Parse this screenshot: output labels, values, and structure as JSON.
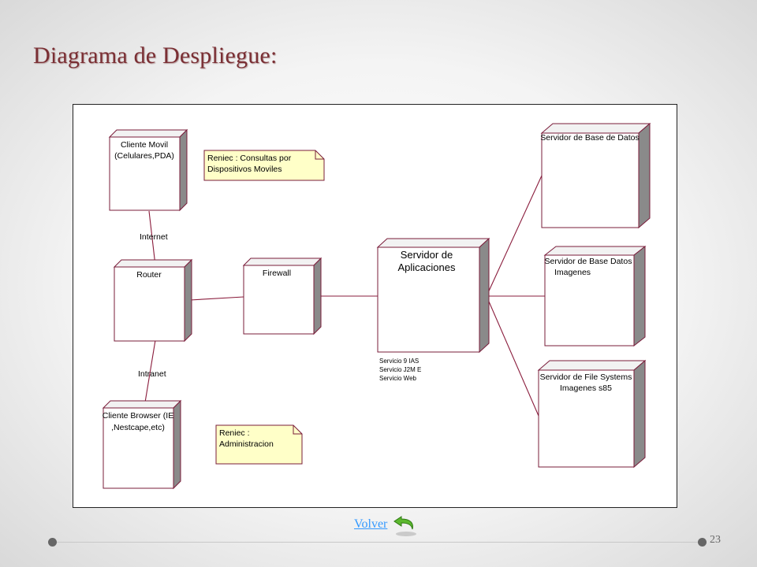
{
  "slide": {
    "title": "Diagrama de Despliegue:",
    "page_number": "23"
  },
  "nav": {
    "volver_label": "Volver",
    "back_icon": "green-curved-back-arrow-icon"
  },
  "diagram": {
    "nodes": {
      "cliente_movil": [
        "Cliente Movil",
        "(Celulares,PDA)"
      ],
      "router": [
        "Router"
      ],
      "firewall": [
        "Firewall"
      ],
      "cliente_browser": [
        "Cliente Browser (IE",
        ",Nestcape,etc)"
      ],
      "servidor_aplicaciones": [
        "Servidor de",
        "Aplicaciones"
      ],
      "servidor_bd_datos": [
        "Servidor de Base de Datos"
      ],
      "servidor_bd_imagenes": [
        "Servidor de Base Datos",
        "Imagenes"
      ],
      "servidor_file_systems": [
        "Servidor de File Systems",
        "Imagenes s85"
      ]
    },
    "notes": {
      "reniec_consultas": [
        "Reniec : Consultas por",
        "Dispositivos Moviles"
      ],
      "reniec_admin": [
        "Reniec :",
        "Administracion"
      ]
    },
    "link_labels": {
      "internet": "Internet",
      "intranet": "Intranet"
    },
    "servicios": [
      "Servicio 9 IAS",
      "Servicio J2M E",
      "Servicio Web"
    ]
  },
  "colors": {
    "node_border": "#7a1c3a",
    "node_side": "#8a8a8a",
    "note_fill": "#ffffc8",
    "link": "#8a1c3c",
    "title": "#7a2f34",
    "link_text": "#3399ff"
  }
}
